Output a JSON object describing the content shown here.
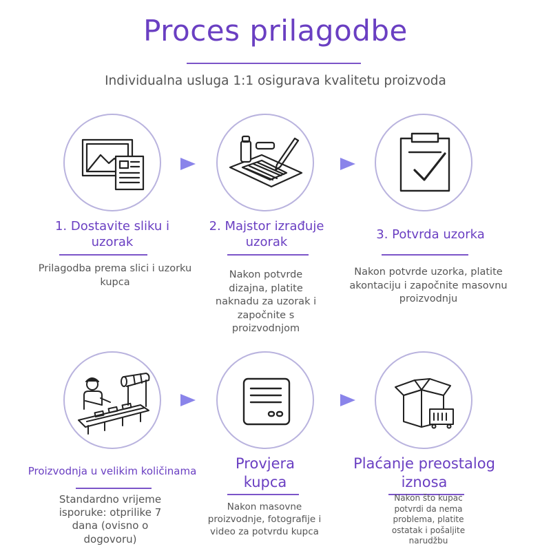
{
  "header": {
    "title": "Proces prilagodbe",
    "subtitle": "Individualna usluga 1:1 osigurava kvalitetu proizvoda"
  },
  "steps": [
    {
      "icon": "image-document-icon",
      "title": "1. Dostavite sliku i uzorak",
      "description": "Prilagodba prema slici i uzorku kupca"
    },
    {
      "icon": "drafting-tools-icon",
      "title": "2. Majstor izrađuje uzorak",
      "description": "Nakon potvrde dizajna, platite naknadu za uzorak i započnite s proizvodnjom"
    },
    {
      "icon": "clipboard-check-icon",
      "title": "3. Potvrda uzorka",
      "description": "Nakon potvrde uzorka, platite akontaciju i započnite masovnu proizvodnju"
    },
    {
      "icon": "assembly-line-worker-icon",
      "title": "Proizvodnja u velikim količinama",
      "description": "Standardno vrijeme isporuke: otprilike 7 dana (ovisno o dogovoru)"
    },
    {
      "icon": "inspection-card-icon",
      "title": "Provjera kupca",
      "description": "Nakon masovne proizvodnje, fotografije i video za potvrdu kupca"
    },
    {
      "icon": "open-box-icon",
      "title": "Plaćanje preostalog iznosa",
      "description": "Nakon što kupac potvrdi da nema problema, platite ostatak i pošaljite narudžbu"
    }
  ],
  "colors": {
    "accent": "#6a3fc2",
    "arrow": "#8a84ea",
    "circle_border": "#b9b3de",
    "text": "#555555"
  }
}
